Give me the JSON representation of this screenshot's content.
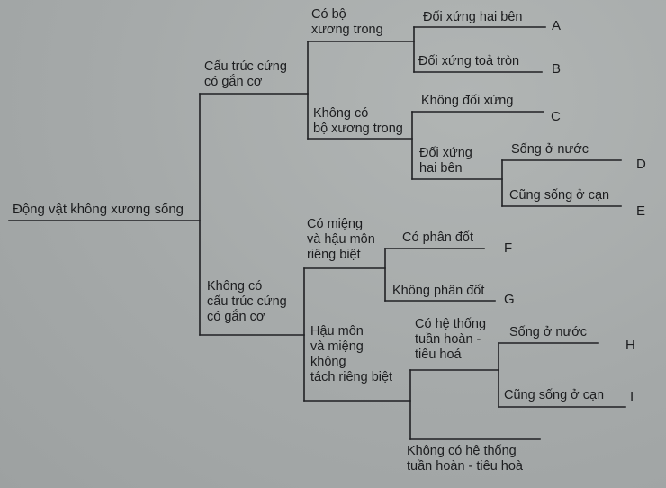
{
  "root": "Động vật không xương sống",
  "nodes": {
    "cau_truc_cung": "Cấu trúc cứng\ncó gắn cơ",
    "khong_cau_truc_cung": "Không có\ncấu trúc cứng\ncó gắn cơ",
    "co_bo_xuong_trong": "Có bộ\nxương trong",
    "khong_bo_xuong_trong": "Không có\nbộ xương trong",
    "doi_xung_hai_ben_1": "Đối xứng hai bên",
    "doi_xung_toa_tron": "Đối xứng toả tròn",
    "khong_doi_xung": "Không  đối xứng",
    "doi_xung_hai_ben_2": "Đối xứng\nhai bên",
    "song_o_nuoc_1": "Sống ở nước",
    "cung_song_o_can_1": "Cũng sống ở cạn",
    "mieng_hau_mon_rieng": "Có miệng\nvà hậu môn\nriêng biệt",
    "co_phan_dot": "Có phân đốt",
    "khong_phan_dot": "Không phân đốt",
    "hau_mon_mieng_khong_tach": "Hậu môn\nvà miệng\nkhông\ntách riêng biệt",
    "co_he_tuan_hoan": "Có hệ thống\ntuần hoàn -\ntiêu hoá",
    "song_o_nuoc_2": "Sống ở nước",
    "cung_song_o_can_2": "Cũng sống ở cạn",
    "khong_he_tuan_hoan": "Không có hệ thống\ntuần hoàn - tiêu hoà"
  },
  "leaves": {
    "A": "A",
    "B": "B",
    "C": "C",
    "D": "D",
    "E": "E",
    "F": "F",
    "G": "G",
    "H": "H",
    "I": "I"
  }
}
